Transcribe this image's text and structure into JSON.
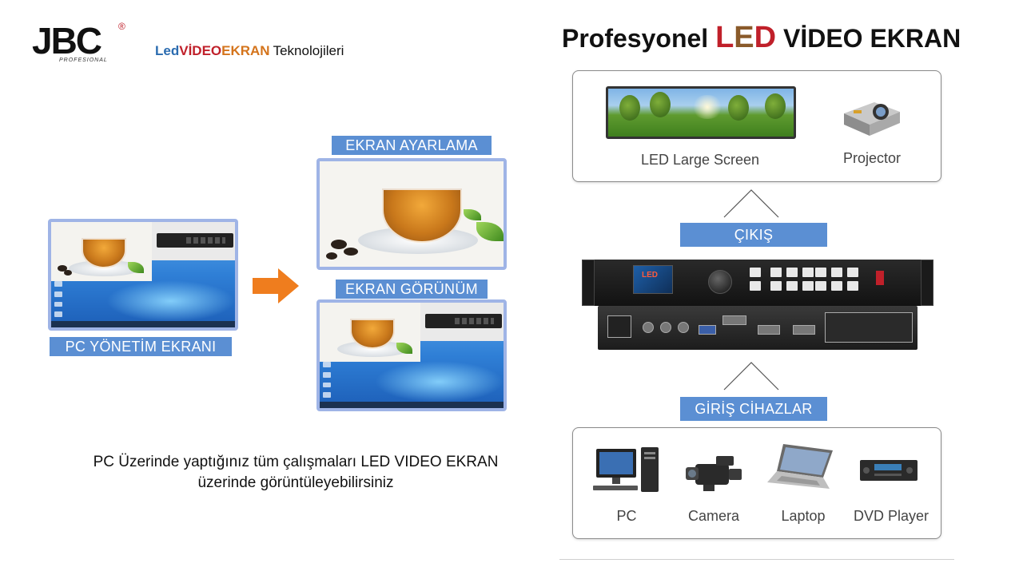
{
  "header": {
    "logo_text": "JBC",
    "logo_reg": "®",
    "logo_sub": "PROFESIONAL",
    "tagline": {
      "led": "Led",
      "video": "VİDEO",
      "ekran": "EKRAN",
      "rest": "Teknolojileri"
    },
    "title": {
      "prefix": "Profesyonel",
      "l": "L",
      "e": "E",
      "d": "D",
      "suffix": "VİDEO EKRAN"
    }
  },
  "left": {
    "pc_label": "PC YÖNETİM EKRANI",
    "adjust_label": "EKRAN AYARLAMA",
    "view_label": "EKRAN GÖRÜNÜM",
    "caption_line1": "PC Üzerinde yaptığınız tüm çalışmaları LED VIDEO EKRAN",
    "caption_line2": "üzerinde görüntüleyebilirsiniz"
  },
  "right": {
    "output_devices": [
      "LED Large Screen",
      "Projector"
    ],
    "output_label": "ÇIKIŞ",
    "input_label": "GİRİŞ CİHAZLAR",
    "input_devices": [
      "PC",
      "Camera",
      "Laptop",
      "DVD Player"
    ]
  },
  "colors": {
    "label_bg": "#5b8fd3",
    "screen_border": "#9fb4e6",
    "arrow": "#ef7d1e",
    "brand_red": "#c0202a",
    "brand_blue": "#2b6cb0",
    "brand_orange": "#d4741c"
  },
  "icons": [
    "orange-arrow-icon",
    "projector-icon",
    "pc-icon",
    "camera-icon",
    "laptop-icon",
    "dvd-player-icon"
  ]
}
